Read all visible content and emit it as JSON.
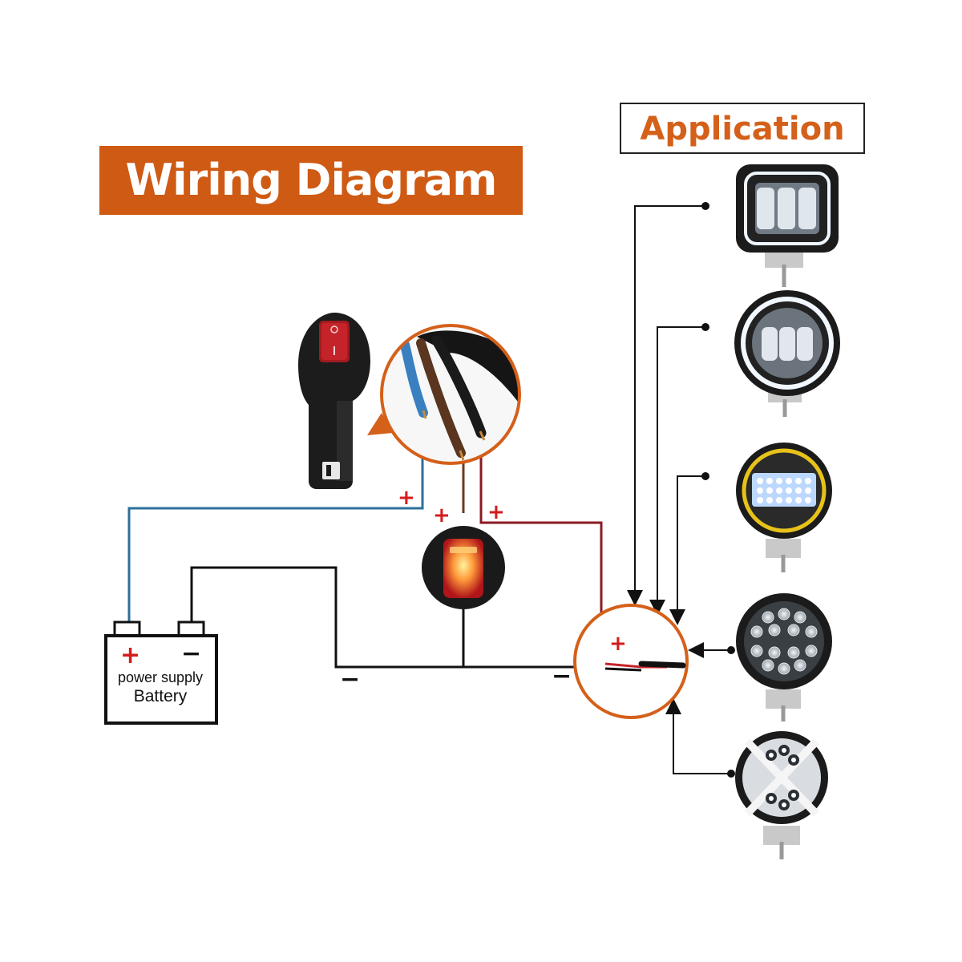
{
  "title": "Wiring Diagram",
  "application_label": "Application",
  "battery": {
    "plus": "+",
    "minus": "−",
    "line1": "power supply",
    "line2": "Battery"
  },
  "signs": {
    "plus_blue_wire": "+",
    "plus_switch": "+",
    "plus_red_wire": "+",
    "plus_junction": "+",
    "minus_left": "−",
    "minus_right": "−"
  },
  "lights": [
    {
      "name": "square-halo-light-icon"
    },
    {
      "name": "round-halo-light-icon"
    },
    {
      "name": "round-yellow-led-light-icon"
    },
    {
      "name": "round-14-led-light-icon"
    },
    {
      "name": "round-x-pattern-light-icon"
    }
  ],
  "colors": {
    "brand_orange": "#cf5a13",
    "blue_wire": "#2d6f9a",
    "red_wire": "#8b1a24",
    "ground_wire": "#111111",
    "plus_red": "#d41c1c"
  }
}
